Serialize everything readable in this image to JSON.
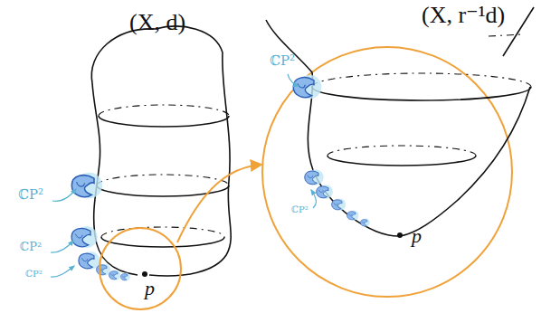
{
  "diagram": {
    "labels": [
      "(X, d)",
      "ℂP²",
      "ℂP²",
      "ℂP²",
      "p",
      "(X, r⁻¹d)",
      "ℂP²",
      "ℂP²",
      "p"
    ]
  }
}
